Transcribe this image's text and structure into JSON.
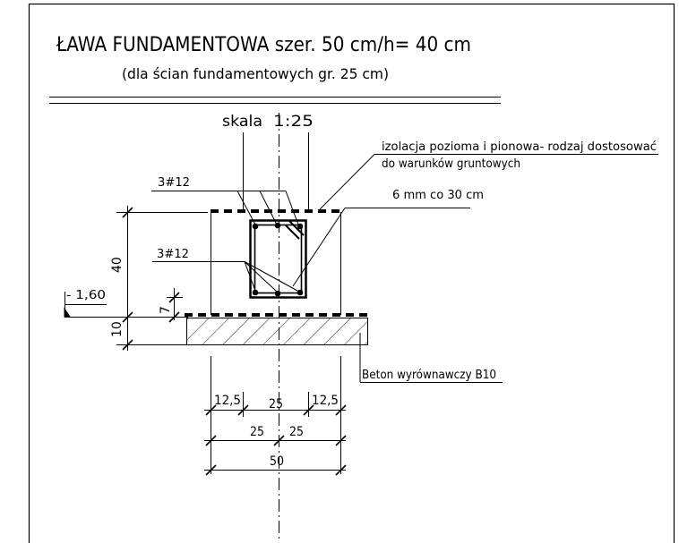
{
  "title": "ŁAWA FUNDAMENTOWA szer. 50 cm/h= 40 cm",
  "subtitle": "(dla ścian fundamentowych  gr. 25 cm)",
  "scale_label": "skala",
  "scale_value": "1:25",
  "annotations": {
    "insulation_line1": "izolacja pozioma i pionowa- rodzaj dostosować",
    "insulation_line2": "do warunków gruntowych",
    "stirrup": "6 mm co 30 cm",
    "rebar_top": "3#12",
    "rebar_bottom": "3#12",
    "blinding": "Beton wyrównawczy B10"
  },
  "dimensions": {
    "height": "40",
    "cover": "7",
    "blinding_thickness": "10",
    "level": "- 1,60",
    "left_offset": "12,5",
    "middle": "25",
    "right_offset": "12,5",
    "half_left": "25",
    "half_right": "25",
    "total_width": "50"
  },
  "colors": {
    "line": "#000000",
    "background": "#ffffff"
  }
}
